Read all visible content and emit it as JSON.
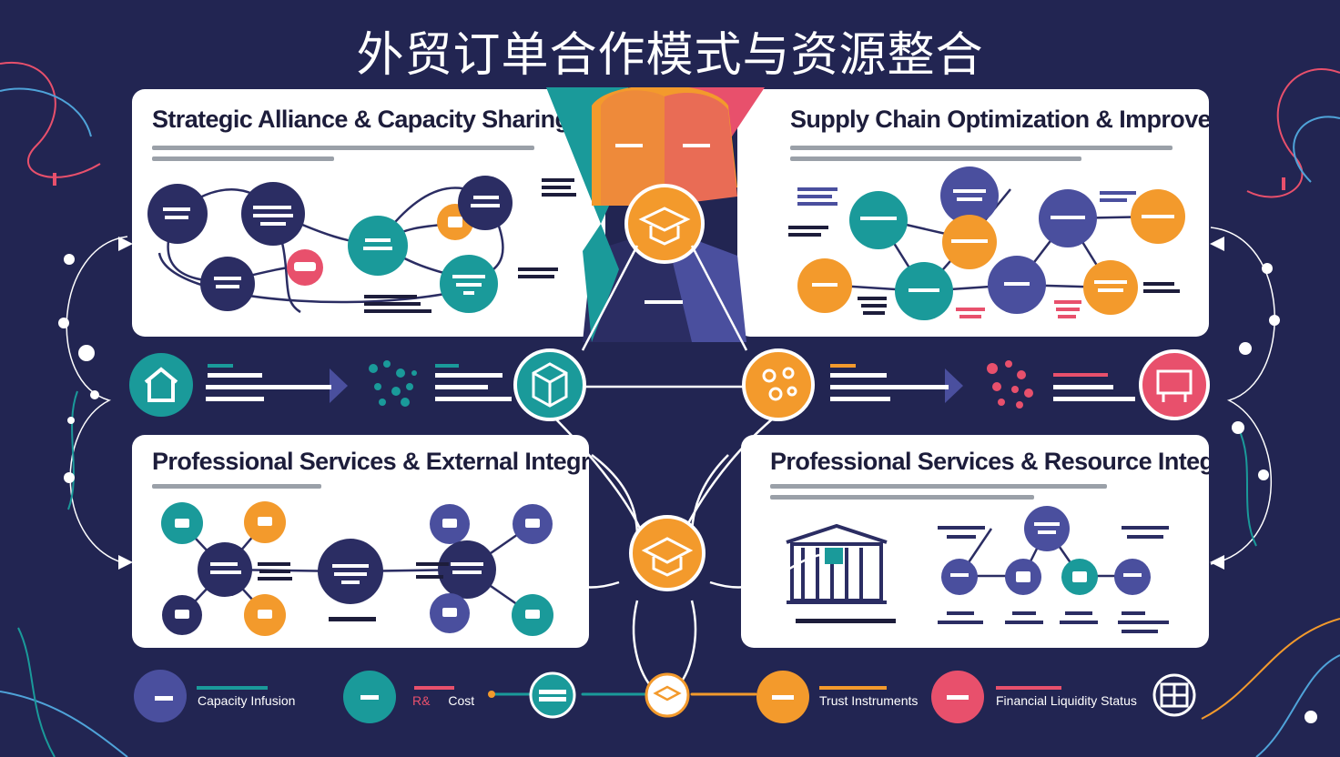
{
  "title": "外贸订单合作模式与资源整合",
  "panels": {
    "top_left": {
      "heading": "Strategic Alliance & Capacity Sharing"
    },
    "top_right": {
      "heading": "Supply Chain Optimization & Improvement"
    },
    "bottom_left": {
      "heading": "Professional Services & External Integration"
    },
    "bottom_right": {
      "heading": "Professional Services & Resource Integration"
    }
  },
  "legend": {
    "capacity": "Capacity Infusion",
    "cost_prefix": "R&",
    "cost": "Cost",
    "trust": "Trust Instruments",
    "financial": "Financial Liquidity Status"
  },
  "colors": {
    "navy": "#2b2d63",
    "indigo": "#4a4f9e",
    "teal": "#1a9a9a",
    "orange": "#f39a2c",
    "pink": "#e8506c"
  }
}
